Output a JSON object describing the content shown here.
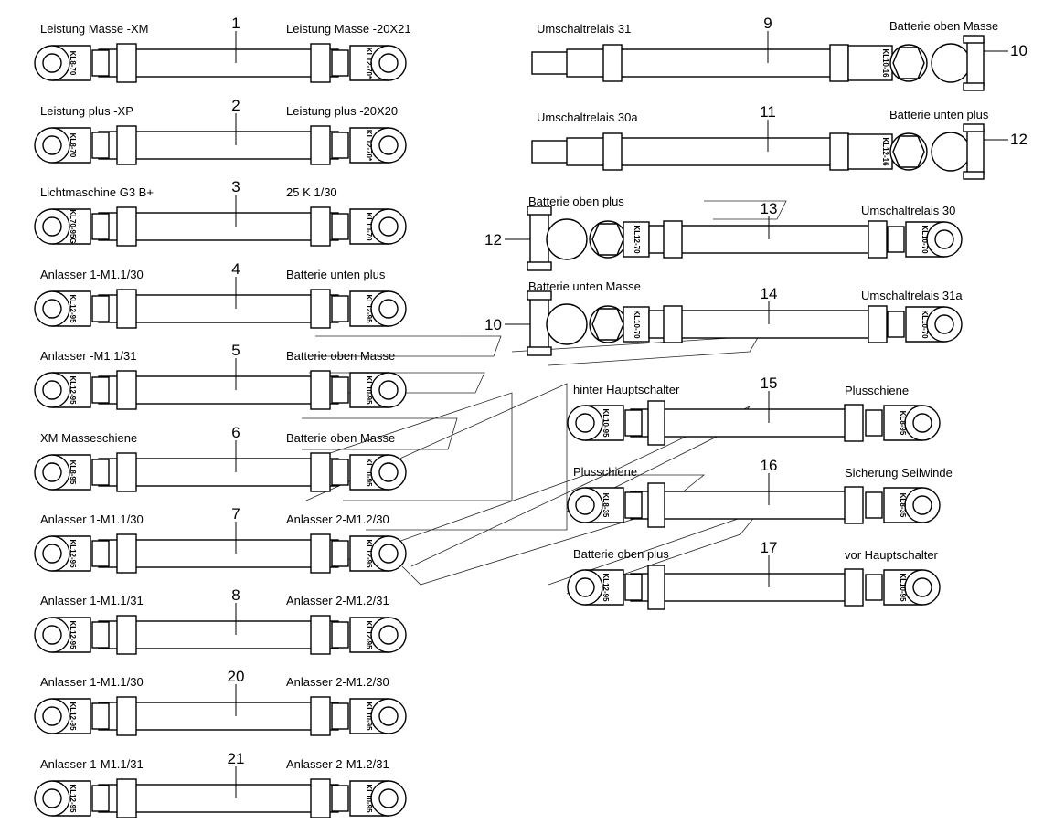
{
  "cables": [
    {
      "num": "1",
      "left": "Leistung Masse -XM",
      "right": "Leistung Masse -20X21",
      "lug_left": "KL8-70",
      "lug_right": "KL12-70*"
    },
    {
      "num": "2",
      "left": "Leistung plus -XP",
      "right": "Leistung plus -20X20",
      "lug_left": "KL8-70",
      "lug_right": "KL12-70*"
    },
    {
      "num": "3",
      "left": "Lichtmaschine G3 B+",
      "right": "25 K 1/30",
      "lug_left": "KL70-95G",
      "lug_right": "KL10-70"
    },
    {
      "num": "4",
      "left": "Anlasser 1-M1.1/30",
      "right": "Batterie unten plus",
      "lug_left": "KL12-95",
      "lug_right": "KL12-95"
    },
    {
      "num": "5",
      "left": "Anlasser -M1.1/31",
      "right": "Batterie oben Masse",
      "lug_left": "KL12-95",
      "lug_right": "KL10-95"
    },
    {
      "num": "6",
      "left": "XM Masseschiene",
      "right": "Batterie oben Masse",
      "lug_left": "KL8-95",
      "lug_right": "KL10-95"
    },
    {
      "num": "7",
      "left": "Anlasser 1-M1.1/30",
      "right": "Anlasser 2-M1.2/30",
      "lug_left": "KL12-95",
      "lug_right": "KL12-95"
    },
    {
      "num": "8",
      "left": "Anlasser 1-M1.1/31",
      "right": "Anlasser 2-M1.2/31",
      "lug_left": "KL12-95",
      "lug_right": "KL12-95"
    },
    {
      "num": "20",
      "left": "Anlasser 1-M1.1/30",
      "right": "Anlasser 2-M1.2/30",
      "lug_left": "KL12-95",
      "lug_right": "KL10-95"
    },
    {
      "num": "21",
      "left": "Anlasser 1-M1.1/31",
      "right": "Anlasser 2-M1.2/31",
      "lug_left": "KL12-95",
      "lug_right": "KL10-95"
    }
  ],
  "relay_cables": [
    {
      "num": "9",
      "left": "Umschaltrelais 31",
      "right": "Batterie oben Masse",
      "lug": "KL10-16",
      "clamp": "10"
    },
    {
      "num": "11",
      "left": "Umschaltrelais 30a",
      "right": "Batterie unten plus",
      "lug": "KL12-16",
      "clamp": "12"
    }
  ],
  "battery_cables": [
    {
      "num": "13",
      "left": "Batterie oben plus",
      "right": "Umschaltrelais 30",
      "lug_mid": "KL12-70",
      "lug_right": "KL10-70",
      "clamp": "12"
    },
    {
      "num": "14",
      "left": "Batterie unten Masse",
      "right": "Umschaltrelais 31a",
      "lug_mid": "KL10-70",
      "lug_right": "KL10-70",
      "clamp": "10"
    }
  ],
  "bus_cables": [
    {
      "num": "15",
      "left": "hinter Hauptschalter",
      "right": "Plusschiene",
      "lug_left": "KL10-95",
      "lug_right": "KL8-95"
    },
    {
      "num": "16",
      "left": "Plusschiene",
      "right": "Sicherung Seilwinde",
      "lug_left": "KL8-35",
      "lug_right": "KL8-35"
    },
    {
      "num": "17",
      "left": "Batterie oben plus",
      "right": "vor Hauptschalter",
      "lug_left": "KL12-95",
      "lug_right": "KL10-95"
    }
  ]
}
